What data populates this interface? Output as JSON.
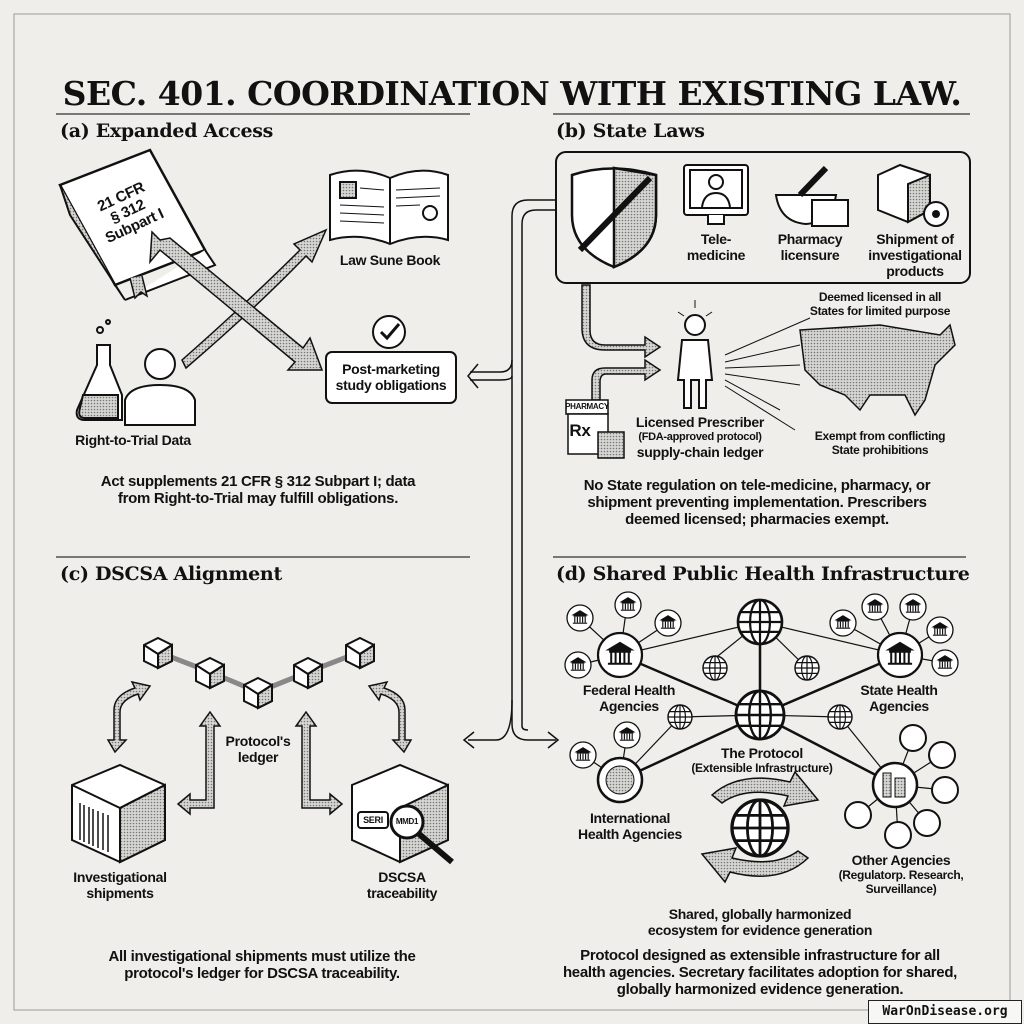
{
  "title": "SEC. 401. COORDINATION WITH EXISTING LAW.",
  "sections": {
    "a": {
      "heading": "(a) Expanded Access",
      "book_label": [
        "21 CFR",
        "§ 312",
        "Subpart I"
      ],
      "law_book": "Law Sune Book",
      "obligations": [
        "Post-marketing",
        "study obligations"
      ],
      "data_source": "Right-to-Trial Data",
      "caption": [
        "Act supplements 21 CFR § 312 Subpart I; data",
        "from Right-to-Trial may fulfill obligations."
      ]
    },
    "b": {
      "heading": "(b) State Laws",
      "items": [
        {
          "label": [
            "Tele-",
            "medicine"
          ],
          "icon": "monitor-doctor-icon"
        },
        {
          "label": [
            "Pharmacy",
            "licensure"
          ],
          "icon": "mortar-pestle-icon"
        },
        {
          "label": [
            "Shipment of",
            "investigational",
            "products"
          ],
          "icon": "radioactive-box-icon"
        }
      ],
      "pharmacy_sign": "PHARMACY",
      "rx": "Rx",
      "prescriber": [
        "Licensed Prescriber",
        "(FDA-approved protocol)",
        "supply-chain ledger"
      ],
      "deemed": [
        "Deemed licensed in all",
        "States for limited purpose"
      ],
      "exempt": [
        "Exempt from conflicting",
        "State prohibitions"
      ],
      "caption": [
        "No State regulation on tele-medicine, pharmacy, or",
        "shipment preventing implementation. Prescribers",
        "deemed licensed; pharmacies exempt."
      ]
    },
    "c": {
      "heading": "(c) DSCSA Alignment",
      "ledger": [
        "Protocol's",
        "ledger"
      ],
      "shipments": [
        "Investigational",
        "shipments"
      ],
      "dscsa": [
        "DSCSA",
        "traceability"
      ],
      "serial_tag": "SERI",
      "magnified_tag": "MMD1",
      "caption": [
        "All investigational shipments must utilize the",
        "protocol's ledger for DSCSA traceability."
      ]
    },
    "d": {
      "heading": "(d) Shared Public Health Infrastructure",
      "federal": [
        "Federal Health",
        "Agencies"
      ],
      "state": [
        "State Health",
        "Agencies"
      ],
      "protocol": [
        "The Protocol",
        "(Extensible Infrastructure)"
      ],
      "international": [
        "International",
        "Health Agencies"
      ],
      "other": [
        "Other Agencies",
        "(Regulatorp. Research,",
        "Surveillance)"
      ],
      "ecosystem": [
        "Shared, globally harmonized",
        "ecosystem for evidence generation"
      ],
      "caption": [
        "Protocol designed as extensible infrastructure for all",
        "health agencies. Secretary facilitates adoption for shared,",
        "globally harmonized evidence generation."
      ]
    }
  },
  "watermark": "WarOnDisease.org",
  "colors": {
    "background": "#efeeea",
    "ink": "#111111",
    "hatch": "#9a9a96"
  }
}
